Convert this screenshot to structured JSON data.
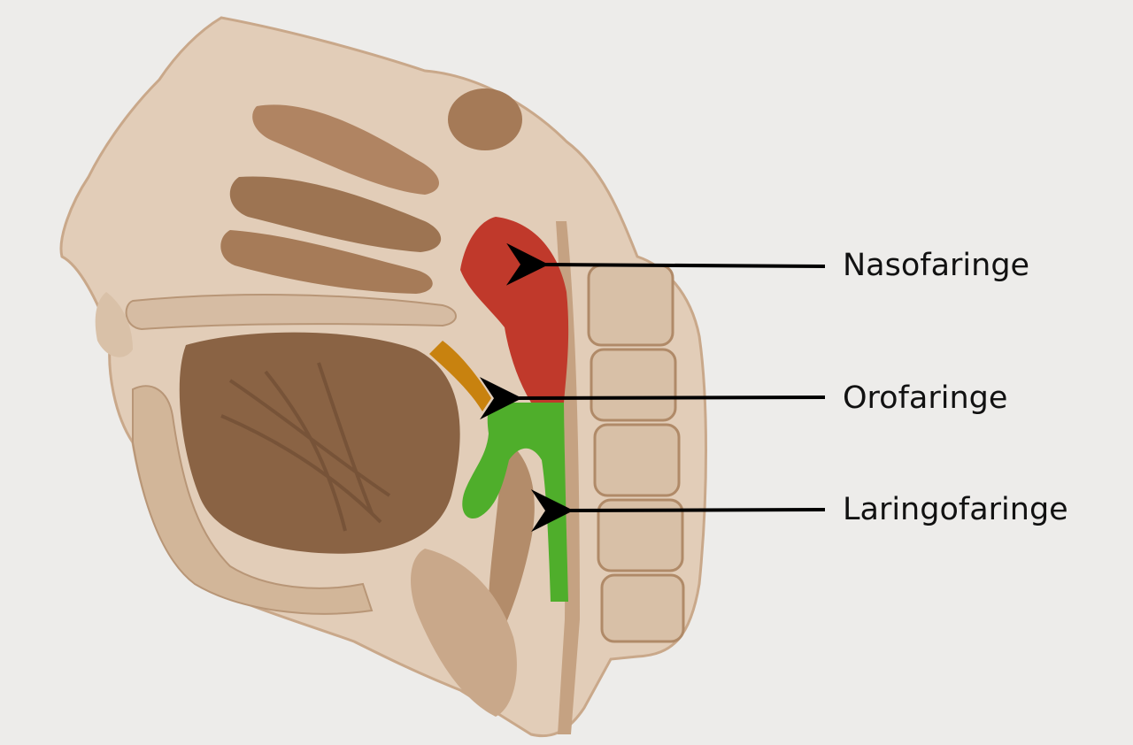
{
  "labels": {
    "nasopharynx": "Nasofaringe",
    "oropharynx": "Orofaringe",
    "laryngopharynx": "Laringofaringe"
  },
  "colors": {
    "background": "#edecea",
    "tissue_light": "#e2cdb8",
    "tissue_mid": "#c9a88a",
    "tissue_dark": "#8a6344",
    "nasopharynx_region": "#c0392b",
    "oropharynx_region": "#c8820f",
    "laryngopharynx_region": "#4fae2b",
    "arrow": "#000000"
  }
}
